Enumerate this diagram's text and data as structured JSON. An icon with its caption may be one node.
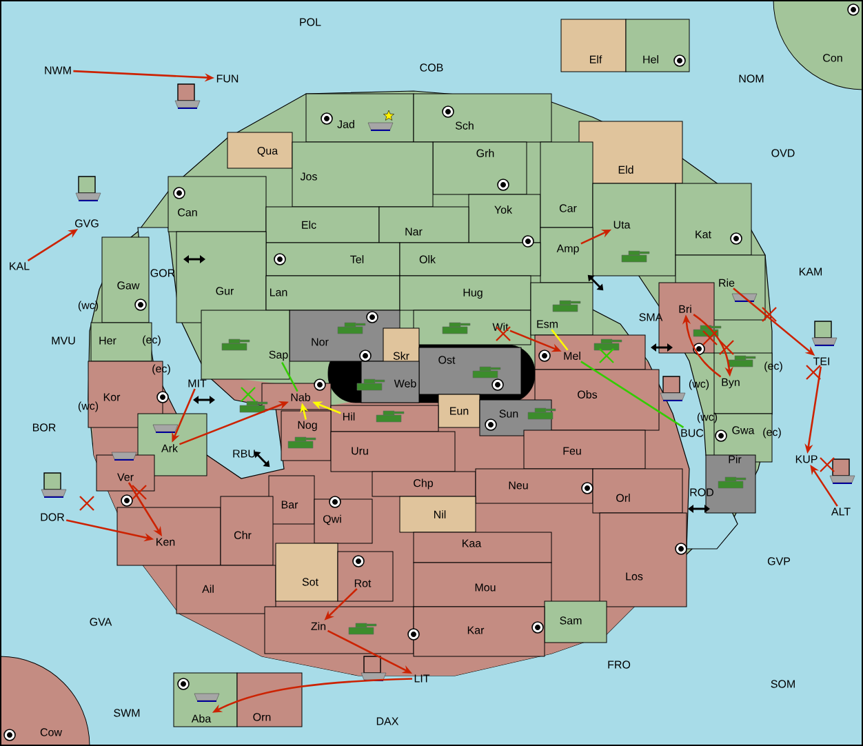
{
  "diagram": {
    "nodes": [
      {
        "text": [
          "POL"
        ]
      },
      {
        "text": [
          "Elf"
        ]
      },
      {
        "text": [
          "Hel"
        ]
      },
      {
        "text": [
          "Con"
        ]
      },
      {
        "text": [
          "COB"
        ]
      },
      {
        "text": [
          "NWM"
        ]
      },
      {
        "text": [
          "FUN"
        ]
      },
      {
        "text": [
          "NOM"
        ]
      },
      {
        "text": [
          "Jad"
        ]
      },
      {
        "text": [
          "Sch"
        ]
      },
      {
        "text": [
          "Qua"
        ]
      },
      {
        "text": [
          "OVD"
        ]
      },
      {
        "text": [
          "Grh"
        ]
      },
      {
        "text": [
          "Eld"
        ]
      },
      {
        "text": [
          "Jos"
        ]
      },
      {
        "text": [
          "Yok"
        ]
      },
      {
        "text": [
          "Car"
        ]
      },
      {
        "text": [
          "Can"
        ]
      },
      {
        "text": [
          "Uta"
        ]
      },
      {
        "text": [
          "GVG"
        ]
      },
      {
        "text": [
          "Elc"
        ]
      },
      {
        "text": [
          "Nar"
        ]
      },
      {
        "text": [
          "Kat"
        ]
      },
      {
        "text": [
          "Amp"
        ]
      },
      {
        "text": [
          "GOR"
        ]
      },
      {
        "text": [
          "Tel"
        ]
      },
      {
        "text": [
          "Olk"
        ]
      },
      {
        "text": [
          "KAL"
        ]
      },
      {
        "text": [
          "KAM"
        ]
      },
      {
        "text": [
          "Gaw"
        ]
      },
      {
        "text": [
          "Rie"
        ]
      },
      {
        "text": [
          "Gur"
        ]
      },
      {
        "text": [
          "Lan"
        ]
      },
      {
        "text": [
          "Hug"
        ]
      },
      {
        "text": [
          "SMA"
        ]
      },
      {
        "text": [
          "Bri"
        ]
      },
      {
        "text": [
          "Wit"
        ]
      },
      {
        "text": [
          "Esm"
        ]
      },
      {
        "text": [
          "Nor"
        ]
      },
      {
        "text": [
          "MVU"
        ]
      },
      {
        "text": [
          "Her"
        ]
      },
      {
        "text": [
          "Sap"
        ]
      },
      {
        "text": [
          "Skr"
        ]
      },
      {
        "text": [
          "Ost"
        ]
      },
      {
        "text": [
          "Mel"
        ]
      },
      {
        "text": [
          "TEI"
        ]
      },
      {
        "text": [
          "Web"
        ]
      },
      {
        "text": [
          "Byn"
        ]
      },
      {
        "text": [
          "Obs"
        ]
      },
      {
        "text": [
          "Kor"
        ]
      },
      {
        "text": [
          "MIT"
        ]
      },
      {
        "text": [
          "Nab"
        ]
      },
      {
        "text": [
          "Eun"
        ]
      },
      {
        "text": [
          "Sun"
        ]
      },
      {
        "text": [
          "Hil"
        ]
      },
      {
        "text": [
          "Nog"
        ]
      },
      {
        "text": [
          "BOR"
        ]
      },
      {
        "text": [
          "BUC"
        ]
      },
      {
        "text": [
          "Gwa"
        ]
      },
      {
        "text": [
          "Ark"
        ]
      },
      {
        "text": [
          "Uru"
        ]
      },
      {
        "text": [
          "Feu"
        ]
      },
      {
        "text": [
          "RBU"
        ]
      },
      {
        "text": [
          "Pir"
        ]
      },
      {
        "text": [
          "KUP"
        ]
      },
      {
        "text": [
          "Ver"
        ]
      },
      {
        "text": [
          "Chp"
        ]
      },
      {
        "text": [
          "Neu"
        ]
      },
      {
        "text": [
          "Orl"
        ]
      },
      {
        "text": [
          "ROD"
        ]
      },
      {
        "text": [
          "Bar"
        ]
      },
      {
        "text": [
          "ALT"
        ]
      },
      {
        "text": [
          "Qwi"
        ]
      },
      {
        "text": [
          "Nil"
        ]
      },
      {
        "text": [
          "DOR"
        ]
      },
      {
        "text": [
          "Ken"
        ]
      },
      {
        "text": [
          "Chr"
        ]
      },
      {
        "text": [
          "Kaa"
        ]
      },
      {
        "text": [
          "GVP"
        ]
      },
      {
        "text": [
          "Los"
        ]
      },
      {
        "text": [
          "Ail"
        ]
      },
      {
        "text": [
          "Sot"
        ]
      },
      {
        "text": [
          "Rot"
        ]
      },
      {
        "text": [
          "Mou"
        ]
      },
      {
        "text": [
          "Sam"
        ]
      },
      {
        "text": [
          "GVA"
        ]
      },
      {
        "text": [
          "Zin"
        ]
      },
      {
        "text": [
          "Kar"
        ]
      },
      {
        "text": [
          "FRO"
        ]
      },
      {
        "text": [
          "LIT"
        ]
      },
      {
        "text": [
          "SOM"
        ]
      },
      {
        "text": [
          "SWM"
        ]
      },
      {
        "text": [
          "Aba"
        ]
      },
      {
        "text": [
          "Orn"
        ]
      },
      {
        "text": [
          "DAX"
        ]
      },
      {
        "text": [
          "Cow"
        ]
      }
    ],
    "edges": [
      {
        "from": 5,
        "to": 6,
        "arrow": "to"
      },
      {
        "from": 27,
        "to": 19,
        "arrow": "to"
      },
      {
        "from": 23,
        "to": 18,
        "arrow": "to"
      },
      {
        "from": 36,
        "to": 44,
        "arrow": "to"
      },
      {
        "from": 37,
        "to": 44,
        "arrow": "none",
        "color": "#ffff00"
      },
      {
        "from": 44,
        "to": 57,
        "arrow": "none",
        "color": "#33cc00"
      },
      {
        "from": 35,
        "to": 47,
        "arrow": "to"
      },
      {
        "from": 47,
        "to": 35,
        "arrow": "to"
      },
      {
        "from": 30,
        "to": 45,
        "arrow": "to"
      },
      {
        "from": 45,
        "to": 64,
        "arrow": "to"
      },
      {
        "from": 71,
        "to": 64,
        "arrow": "to"
      },
      {
        "from": 50,
        "to": 59,
        "arrow": "to"
      },
      {
        "from": 59,
        "to": 51,
        "arrow": "to"
      },
      {
        "from": 41,
        "to": 51,
        "arrow": "none",
        "color": "#33cc00"
      },
      {
        "from": 54,
        "to": 51,
        "arrow": "to",
        "color": "#ffff00"
      },
      {
        "from": 55,
        "to": 51,
        "arrow": "to",
        "color": "#ffff00"
      },
      {
        "from": 65,
        "to": 75,
        "arrow": "to"
      },
      {
        "from": 74,
        "to": 75,
        "arrow": "to"
      },
      {
        "from": 82,
        "to": 86,
        "arrow": "to"
      },
      {
        "from": 86,
        "to": 89,
        "arrow": "to"
      },
      {
        "from": 89,
        "to": 92,
        "arrow": "to"
      }
    ],
    "labels": [
      "(wc)",
      "(ec)",
      "(ec)",
      "(ec)",
      "(wc)",
      "(wc)",
      "(wc)",
      "(ec)"
    ]
  }
}
